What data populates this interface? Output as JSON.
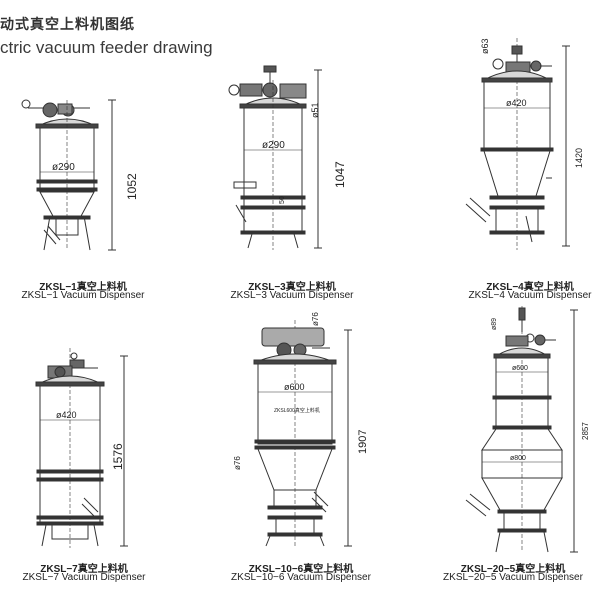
{
  "header": {
    "title_cn": "动式真空上料机图纸",
    "title_en": "ctric vacuum feeder drawing"
  },
  "machines": [
    {
      "model_cn": "ZKSL−1真空上料机",
      "model_en": "ZKSL−1 Vacuum Dispenser",
      "diameter": "ø290",
      "height": "1052"
    },
    {
      "model_cn": "ZKSL−3真空上料机",
      "model_en": "ZKSL−3 Vacuum Dispenser",
      "diameter": "ø290",
      "height": "1047",
      "top_dim": "ø51",
      "side_dim": "50"
    },
    {
      "model_cn": "ZKSL−4真空上料机",
      "model_en": "ZKSL−4 Vacuum Dispenser",
      "diameter": "ø420",
      "height": "1420",
      "top_dim": "ø63"
    },
    {
      "model_cn": "ZKSL−7真空上料机",
      "model_en": "ZKSL−7 Vacuum Dispenser",
      "diameter": "ø420",
      "height": "1576"
    },
    {
      "model_cn": "ZKSL−10−6真空上料机",
      "model_en": "ZKSL−10−6 Vacuum Dispenser",
      "diameter": "ø600",
      "height": "1907",
      "top_dim": "ø76",
      "side_dim": "ø76",
      "plate": "ZKSL600真空上料机"
    },
    {
      "model_cn": "ZKSL−20−5真空上料机",
      "model_en": "ZKSL−20−5 Vacuum Dispenser",
      "diameter": "ø600",
      "height": "2857",
      "top_dim": "ø89",
      "lower_diameter": "ø800"
    }
  ]
}
